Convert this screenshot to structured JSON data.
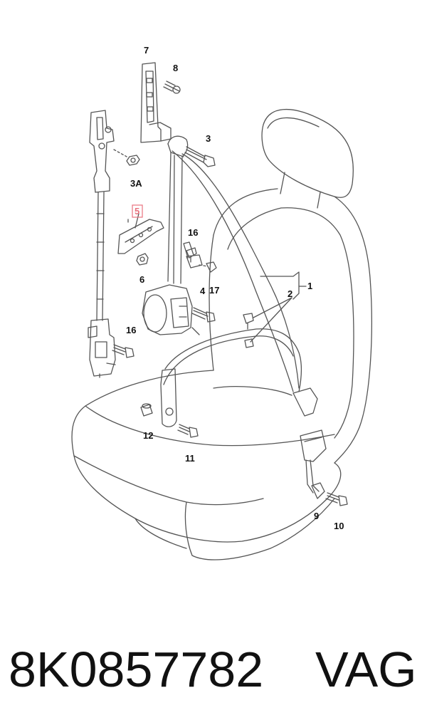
{
  "diagram": {
    "callouts": {
      "c1": "1",
      "c2": "2",
      "c3": "3",
      "c3a": "3A",
      "c4": "4",
      "c5": "5",
      "c6": "6",
      "c7": "7",
      "c8": "8",
      "c9": "9",
      "c10": "10",
      "c11": "11",
      "c12": "12",
      "c16a": "16",
      "c16b": "16",
      "c17": "17"
    },
    "highlight_color": "#e8737f",
    "line_color": "#444444"
  },
  "footer": {
    "part_number": "8K0857782",
    "brand": "VAG"
  }
}
